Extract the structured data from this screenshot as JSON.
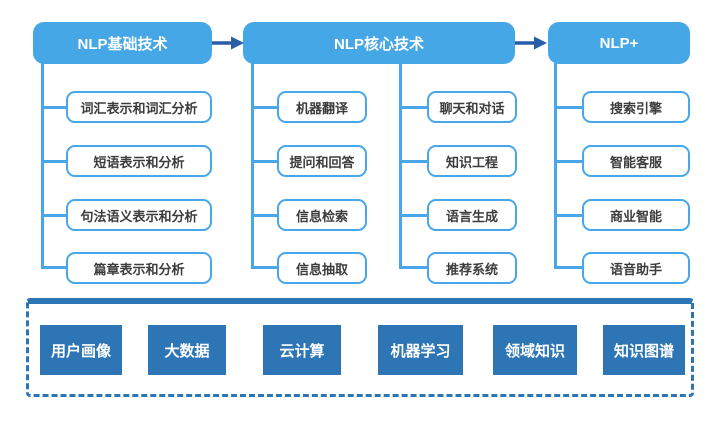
{
  "diagram": {
    "stage1": {
      "title": "NLP基础技术",
      "items": [
        "词汇表示和词汇分析",
        "短语表示和分析",
        "句法语义表示和分析",
        "篇章表示和分析"
      ]
    },
    "stage2": {
      "title": "NLP核心技术",
      "left_items": [
        "机器翻译",
        "提问和回答",
        "信息检索",
        "信息抽取"
      ],
      "right_items": [
        "聊天和对话",
        "知识工程",
        "语言生成",
        "推荐系统"
      ]
    },
    "stage3": {
      "title": "NLP+",
      "items": [
        "搜索引擎",
        "智能客服",
        "商业智能",
        "语音助手"
      ]
    },
    "foundation": {
      "items": [
        "用户画像",
        "大数据",
        "云计算",
        "机器学习",
        "领域知识",
        "知识图谱"
      ]
    },
    "colors": {
      "stage_header_blue": "#45a7e6",
      "node_border_blue": "#47a7e8",
      "connector_blue": "#47a7e8",
      "arrow_blue": "#2a5da8",
      "foundation_dark_blue": "#2e75b6",
      "node_text": "#3c3c3c"
    }
  }
}
